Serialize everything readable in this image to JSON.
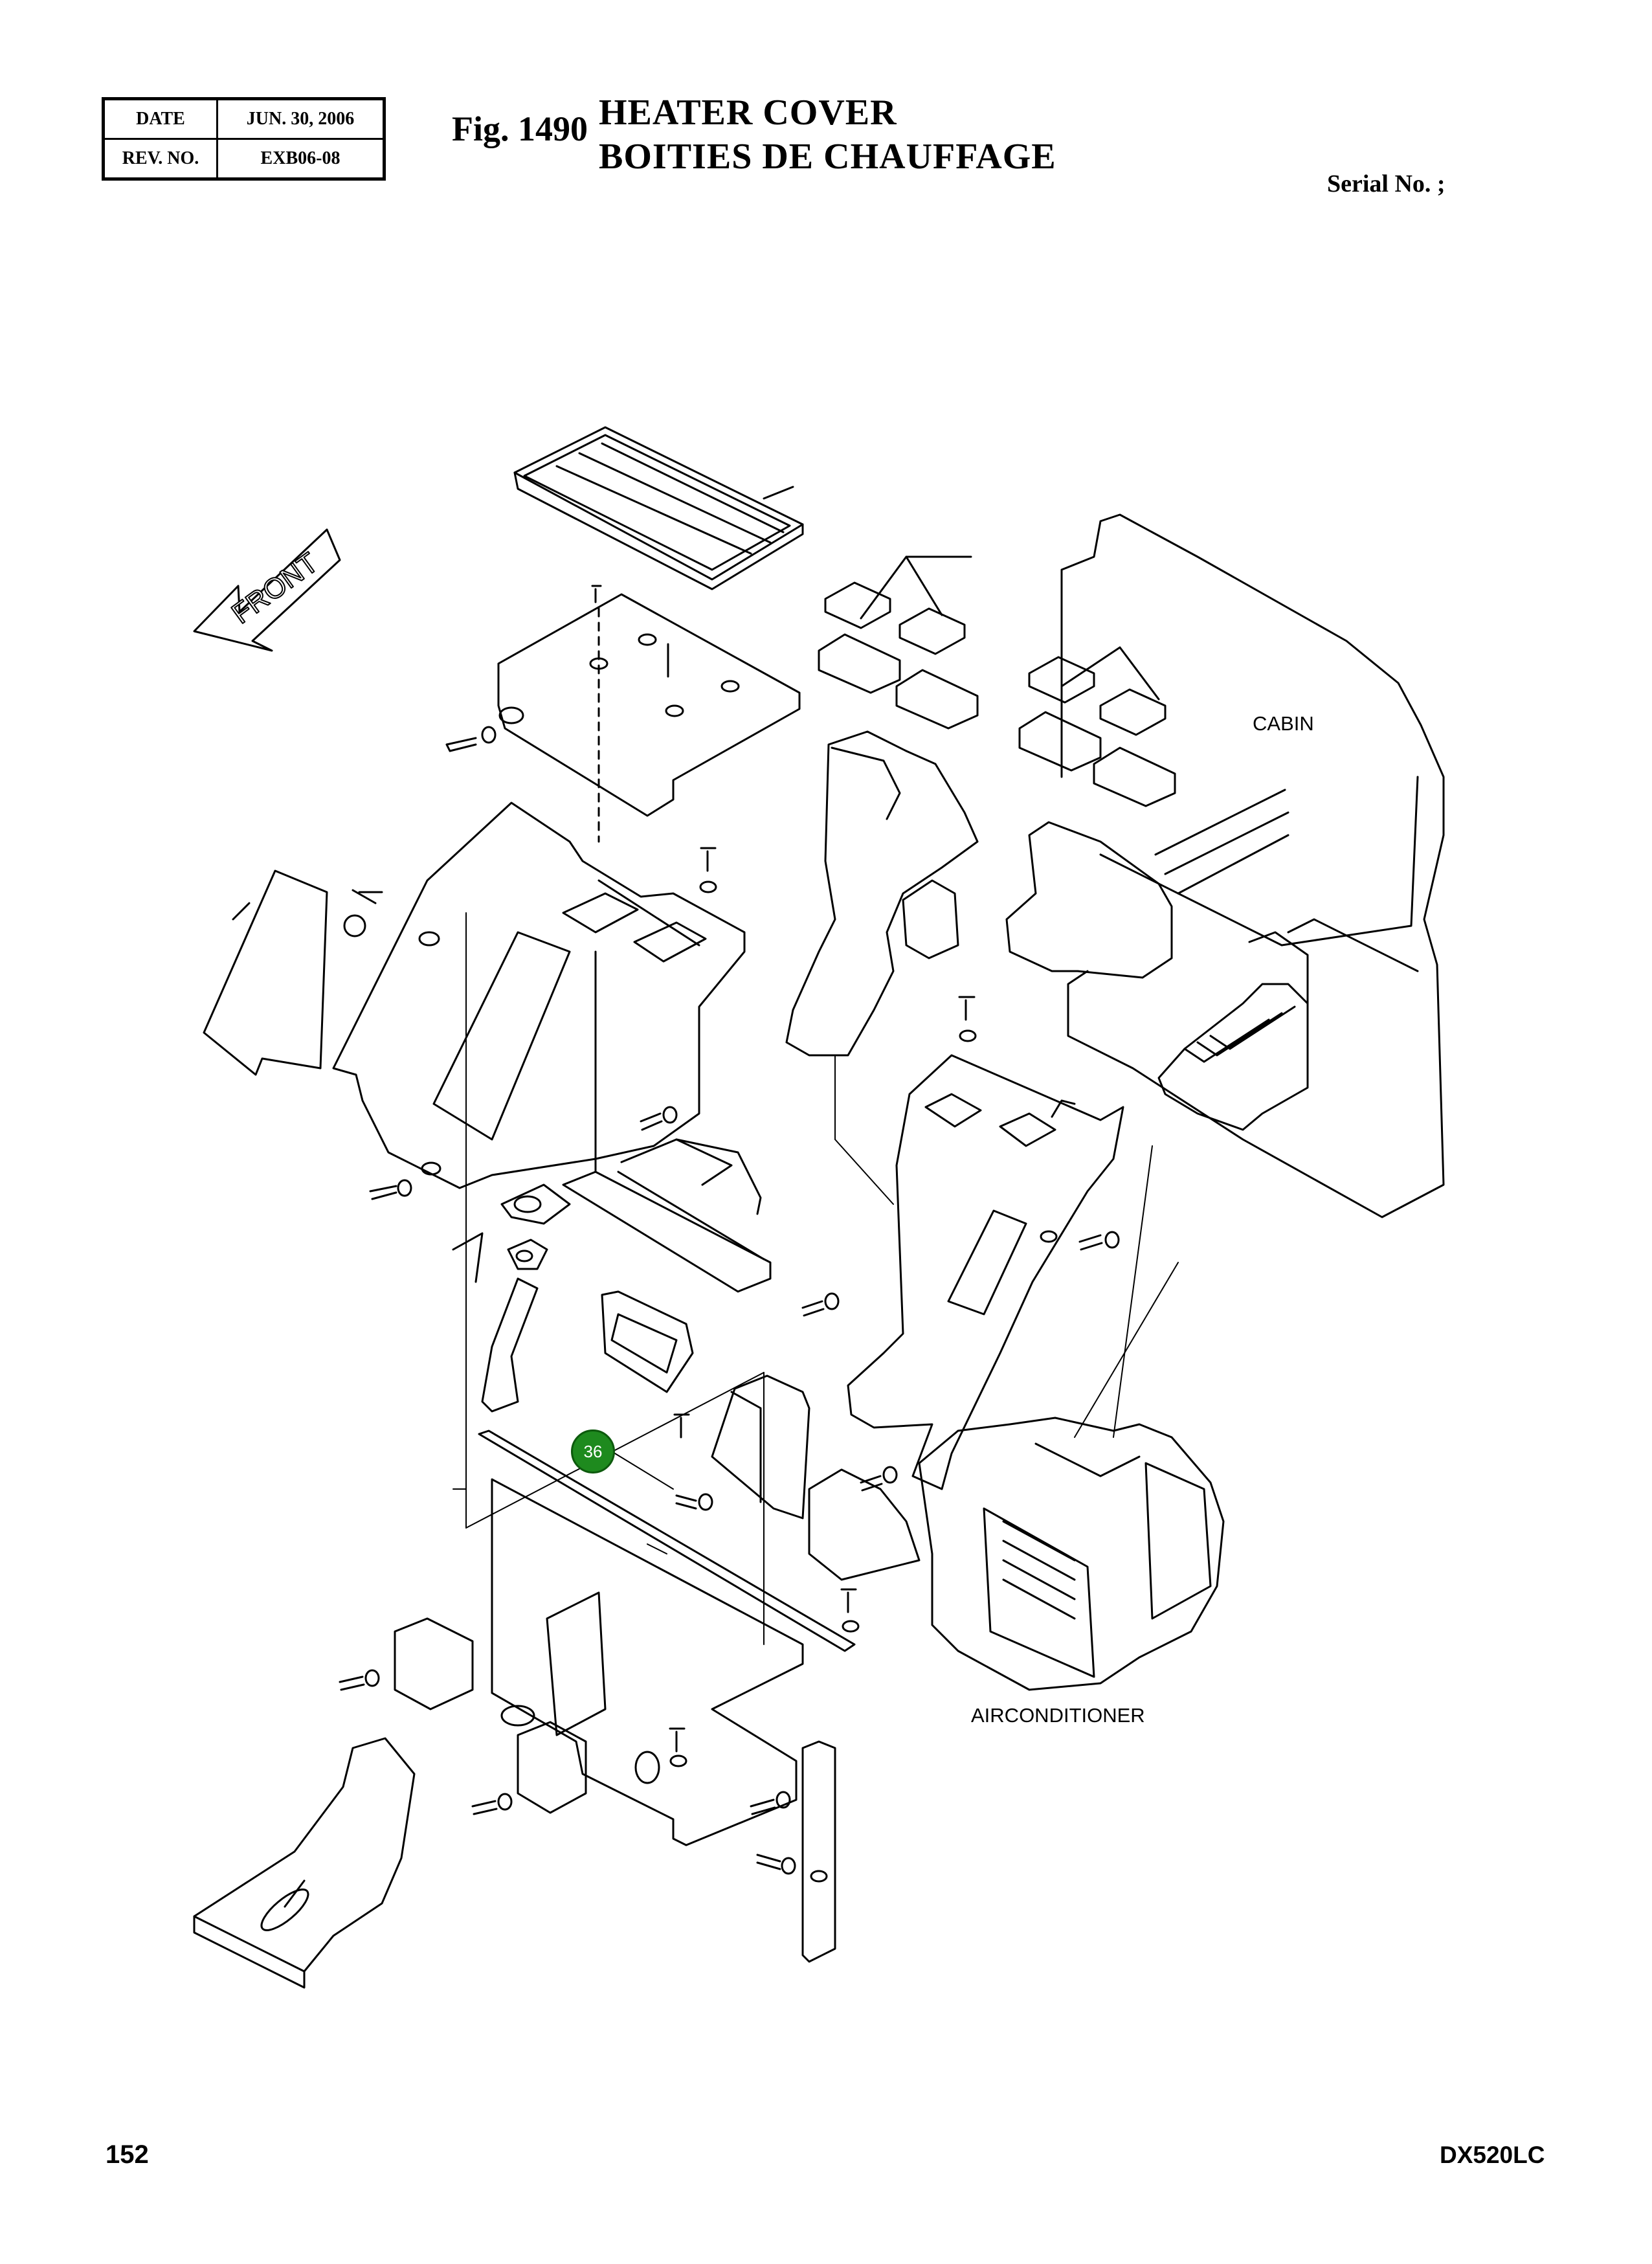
{
  "header": {
    "date_label": "DATE",
    "date_value": "JUN. 30, 2006",
    "rev_label": "REV. NO.",
    "rev_value": "EXB06-08"
  },
  "figure": {
    "number": "Fig. 1490",
    "title_en": "HEATER COVER",
    "title_fr": "BOITIES DE CHAUFFAGE"
  },
  "serial_label": "Serial No. ;",
  "diagram": {
    "front_arrow": "FRONT",
    "label_cabin": "CABIN",
    "label_aircon": "AIRCONDITIONER",
    "highlight_callout": "36",
    "highlight_color": "#1e8a1e"
  },
  "footer": {
    "page_number": "152",
    "model": "DX520LC"
  }
}
